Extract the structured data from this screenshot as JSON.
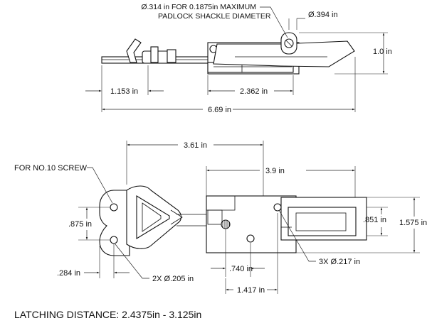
{
  "top_view": {
    "note_line1": "Ø.314 in FOR 0.1875in MAXIMUM",
    "note_line2": "PADLOCK SHACKLE DIAMETER",
    "dia_394": "Ø.394 in",
    "height": "1.0 in",
    "dim_1153": "1.153 in",
    "dim_2362": "2.362 in",
    "dim_669": "6.69 in"
  },
  "front_view": {
    "dim_361": "3.61 in",
    "dim_39": "3.9 in",
    "screw_note": "FOR NO.10 SCREW",
    "dim_875": ".875 in",
    "dim_851": ".851 in",
    "dim_1575": "1.575 in",
    "dim_284": ".284 in",
    "holes_205": "2X  Ø.205 in",
    "dim_740": ".740 in",
    "holes_217": "3X Ø.217 in",
    "dim_1417": "1.417 in"
  },
  "latching": "LATCHING DISTANCE: 2.4375in - 3.125in"
}
